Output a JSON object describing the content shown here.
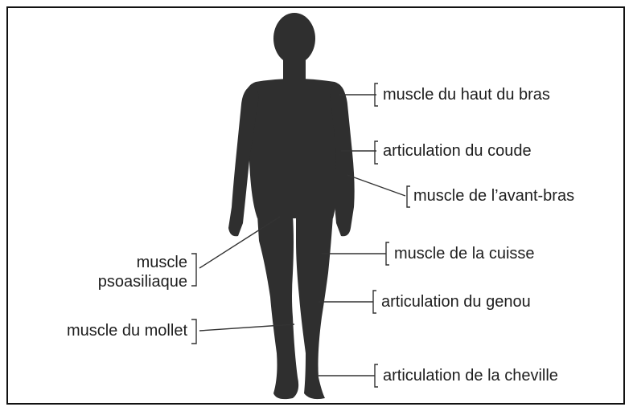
{
  "labels": {
    "upper_arm": "muscle du haut du bras",
    "elbow": "articulation du coude",
    "forearm": "muscle de l’avant-bras",
    "thigh": "muscle de la cuisse",
    "knee": "articulation du genou",
    "ankle": "articulation de la cheville",
    "psoas_line1": "muscle",
    "psoas_line2": "psoasiliaque",
    "calf": "muscle du mollet"
  },
  "colors": {
    "silhouette": "#2f2f2f",
    "text": "#1e1e1e",
    "leader": "#333333"
  }
}
